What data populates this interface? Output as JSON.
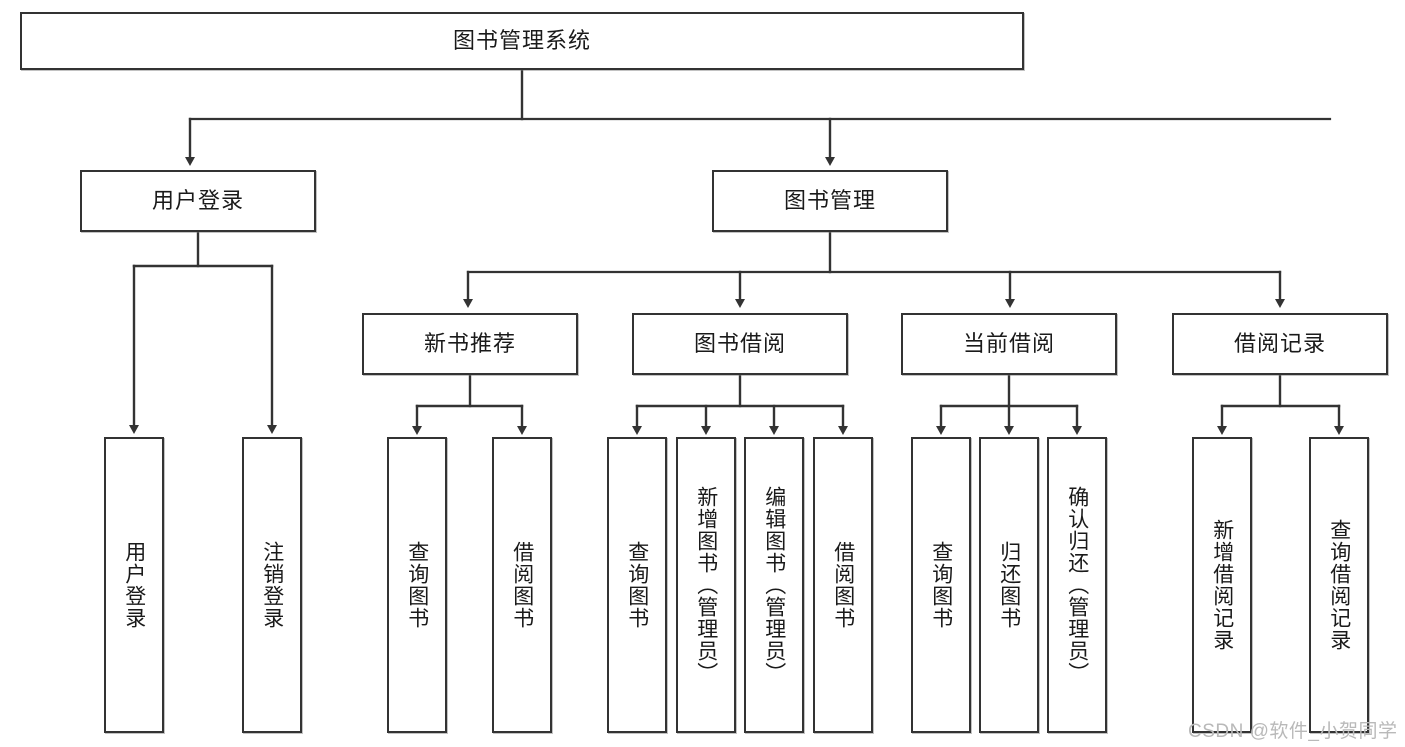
{
  "diagram": {
    "title": "图书管理系统",
    "type": "tree-hierarchy-diagram",
    "colors": {
      "node_border": "#333333",
      "node_fill": "#ffffff",
      "edge": "#333333",
      "text": "#1a1a1a",
      "watermark": "#b9b9b9"
    },
    "root": {
      "label": "图书管理系统"
    },
    "level2": [
      {
        "id": "user-login",
        "label": "用户登录"
      },
      {
        "id": "book-management",
        "label": "图书管理"
      }
    ],
    "level3": [
      {
        "id": "new-book-recommend",
        "label": "新书推荐"
      },
      {
        "id": "book-borrow",
        "label": "图书借阅"
      },
      {
        "id": "current-borrow",
        "label": "当前借阅"
      },
      {
        "id": "borrow-record",
        "label": "借阅记录"
      }
    ],
    "leaves": {
      "user_login": [
        {
          "id": "leaf-user-login",
          "label": "用户登录"
        },
        {
          "id": "leaf-logout-login",
          "label": "注销登录"
        }
      ],
      "new_book_recommend": [
        {
          "id": "leaf-query-book-1",
          "label": "查询图书"
        },
        {
          "id": "leaf-borrow-book-1",
          "label": "借阅图书"
        }
      ],
      "book_borrow": [
        {
          "id": "leaf-query-book-2",
          "label": "查询图书"
        },
        {
          "id": "leaf-add-book",
          "label": "新增图书（管理员）"
        },
        {
          "id": "leaf-edit-book",
          "label": "编辑图书（管理员）"
        },
        {
          "id": "leaf-borrow-book-2",
          "label": "借阅图书"
        }
      ],
      "current_borrow": [
        {
          "id": "leaf-query-book-3",
          "label": "查询图书"
        },
        {
          "id": "leaf-return-book",
          "label": "归还图书"
        },
        {
          "id": "leaf-confirm-return",
          "label": "确认归还（管理员）"
        }
      ],
      "borrow_record": [
        {
          "id": "leaf-add-record",
          "label": "新增借阅记录"
        },
        {
          "id": "leaf-query-record",
          "label": "查询借阅记录"
        }
      ]
    },
    "watermark": "CSDN @软件_小贺同学"
  }
}
